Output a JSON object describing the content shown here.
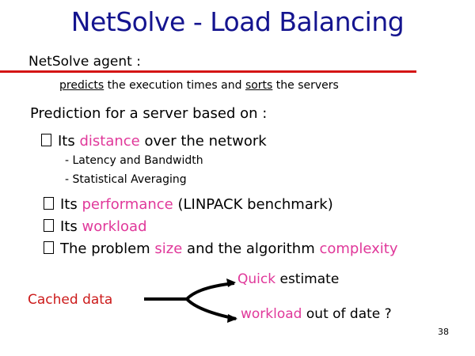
{
  "slide": {
    "title": "NetSolve - Load Balancing",
    "agent_label": "NetSolve agent :",
    "predict": {
      "word1": "predicts",
      "mid": " the execution times and ",
      "word2": "sorts",
      "end": " the servers"
    },
    "basis_heading": "Prediction for a server based on :",
    "bullet1": {
      "pre": "Its ",
      "highlight": "distance",
      "post": " over the network",
      "sub": [
        "- Latency and Bandwidth",
        "- Statistical Averaging"
      ]
    },
    "bullet2": {
      "pre": "Its ",
      "highlight": "performance",
      "post": " (LINPACK benchmark)"
    },
    "bullet3": {
      "pre": "Its ",
      "highlight": "workload"
    },
    "bullet4": {
      "pre": "The problem ",
      "highlight1": "size",
      "mid": " and the algorithm ",
      "highlight2": "complexity"
    },
    "cached_label": "Cached data",
    "quick": {
      "highlight": "Quick",
      "post": " estimate"
    },
    "outdated": {
      "highlight": "workload",
      "post": " out of date ?"
    },
    "page_number": "38"
  },
  "colors": {
    "title": "#14148f",
    "rule": "#d41515",
    "highlight": "#e0389a",
    "cached": "#cc1a1a"
  }
}
